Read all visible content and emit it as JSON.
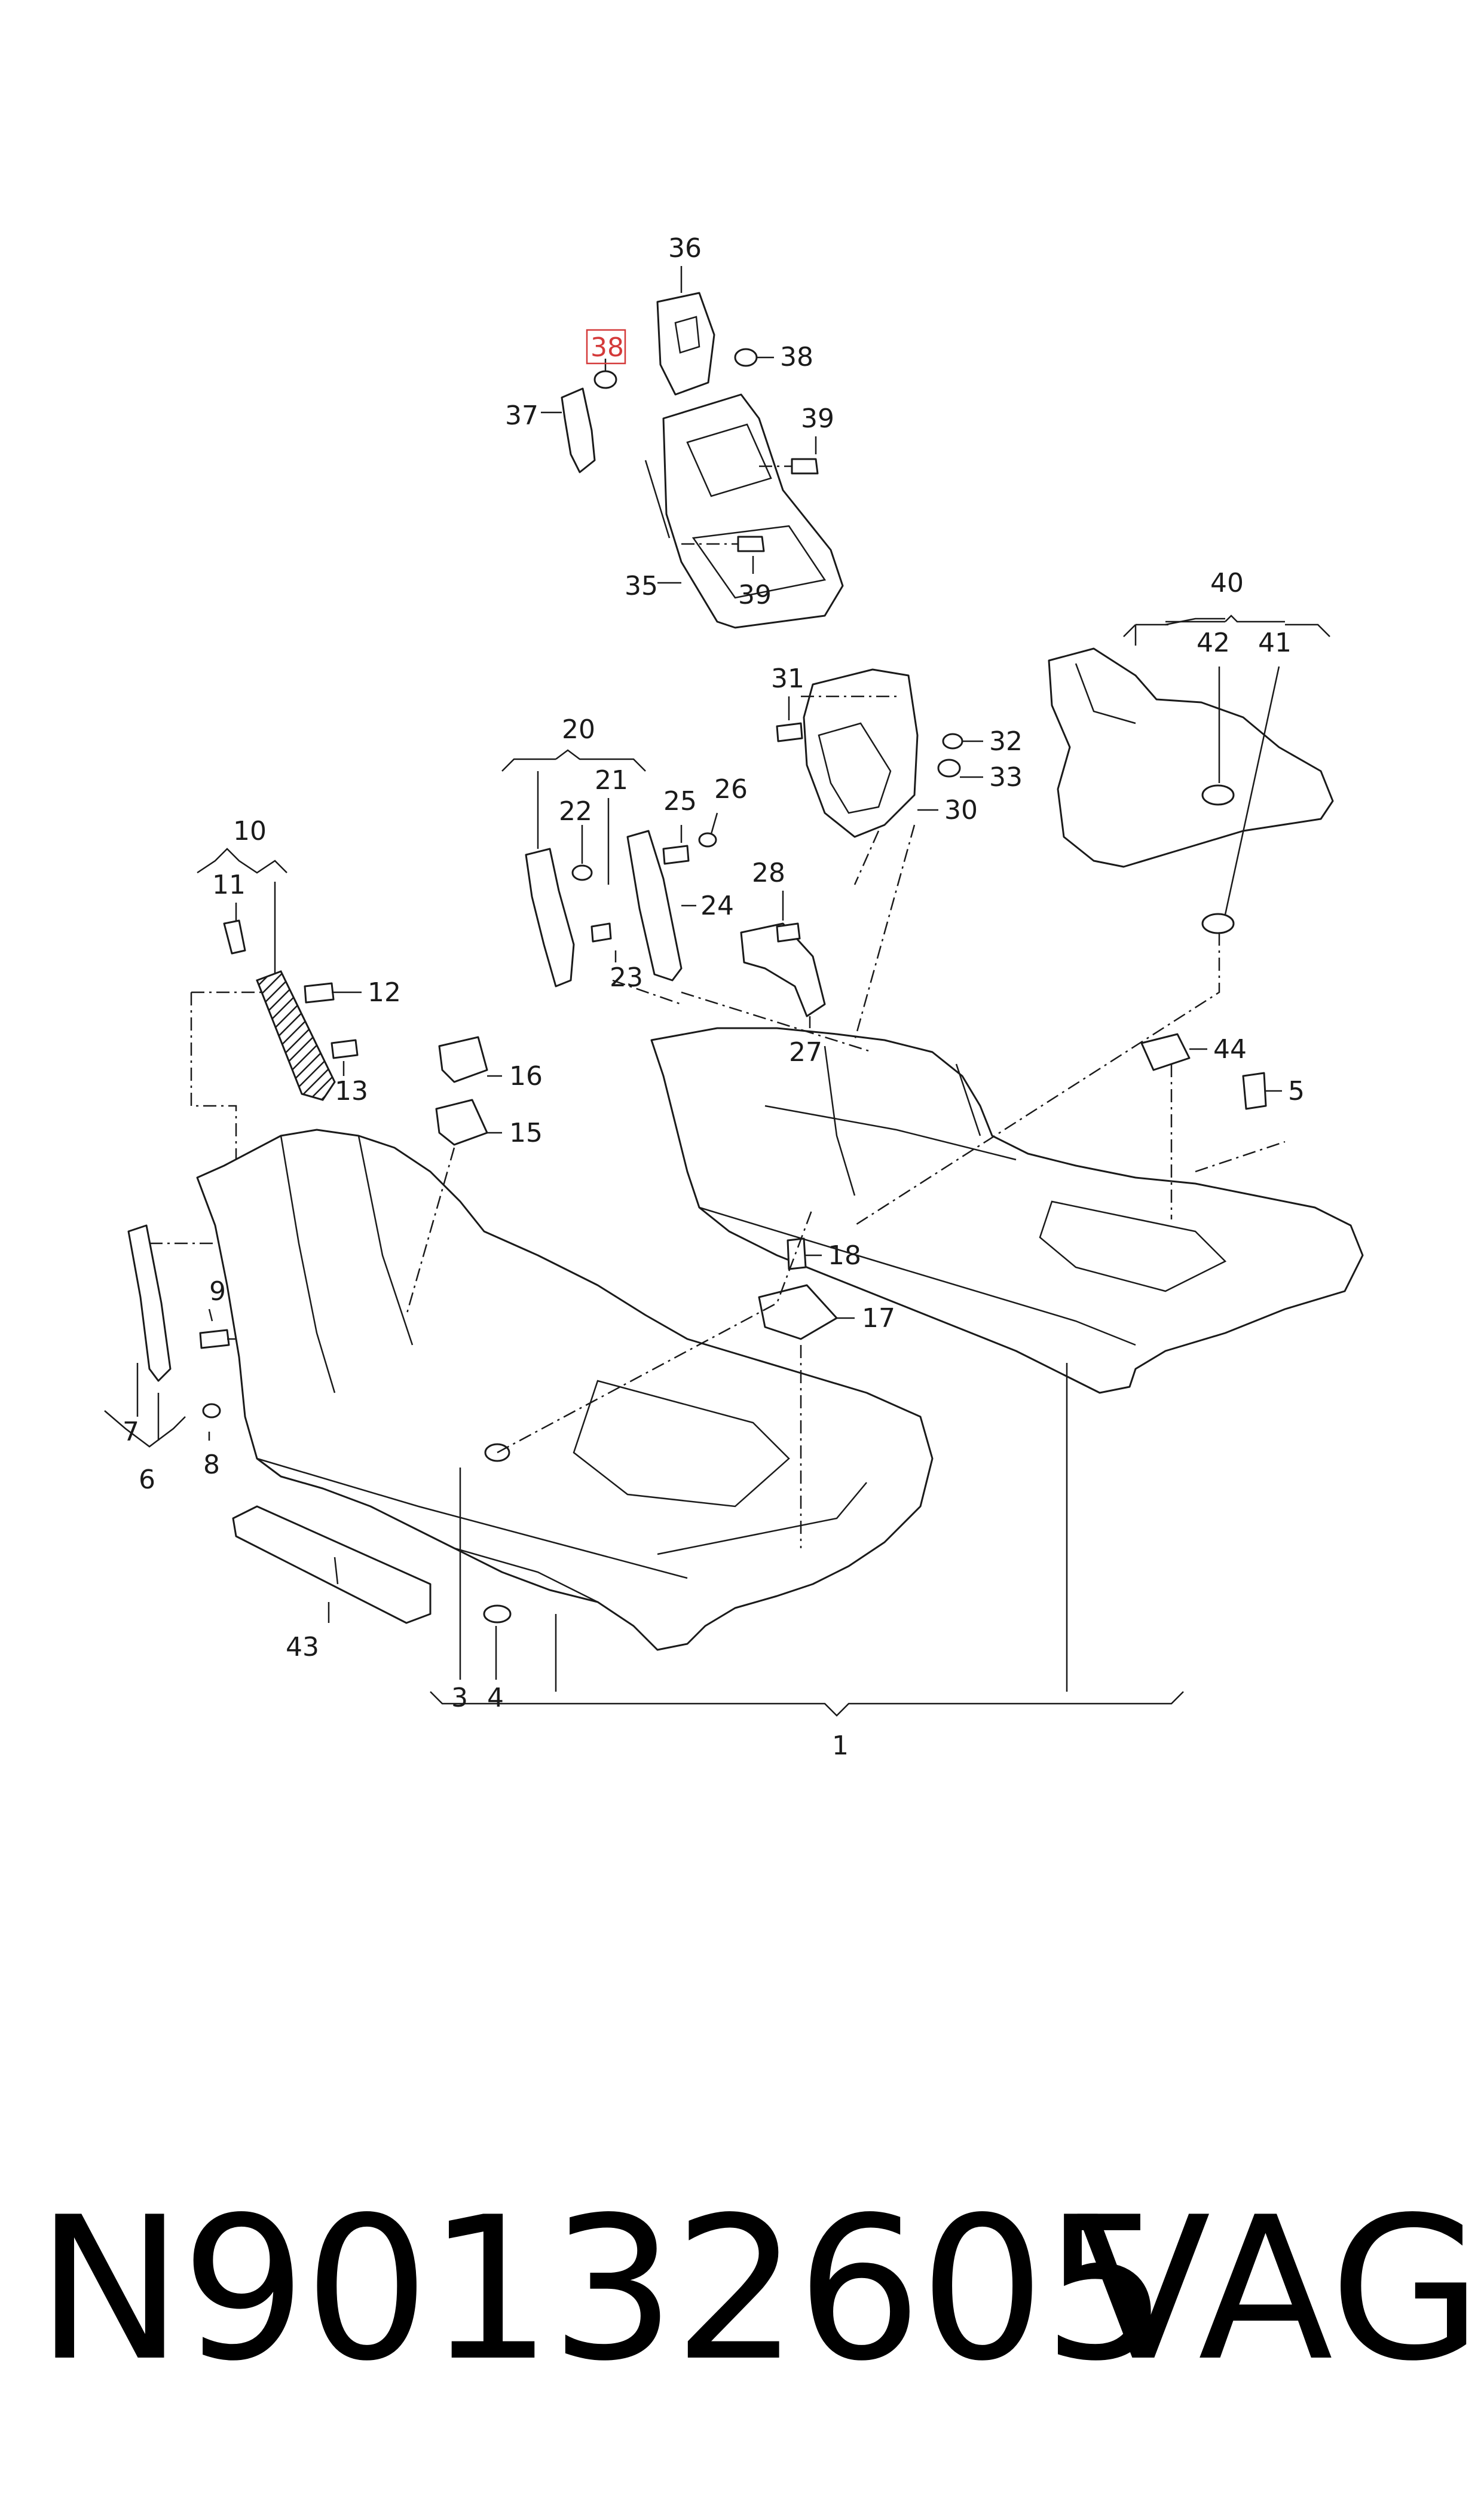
{
  "footer": {
    "part_number": "N90132605",
    "brand": "VAG"
  },
  "highlight_color": "#d43a3a",
  "callouts": [
    {
      "id": "c36",
      "label": "36"
    },
    {
      "id": "c38a",
      "label": "38",
      "highlighted": true
    },
    {
      "id": "c38b",
      "label": "38"
    },
    {
      "id": "c37",
      "label": "37"
    },
    {
      "id": "c39a",
      "label": "39"
    },
    {
      "id": "c35",
      "label": "35"
    },
    {
      "id": "c39b",
      "label": "39"
    },
    {
      "id": "c40",
      "label": "40"
    },
    {
      "id": "c42",
      "label": "42"
    },
    {
      "id": "c41",
      "label": "41"
    },
    {
      "id": "c31",
      "label": "31"
    },
    {
      "id": "c32",
      "label": "32"
    },
    {
      "id": "c33",
      "label": "33"
    },
    {
      "id": "c30",
      "label": "30"
    },
    {
      "id": "c20",
      "label": "20"
    },
    {
      "id": "c21",
      "label": "21"
    },
    {
      "id": "c22",
      "label": "22"
    },
    {
      "id": "c25",
      "label": "25"
    },
    {
      "id": "c26",
      "label": "26"
    },
    {
      "id": "c24",
      "label": "24"
    },
    {
      "id": "c23",
      "label": "23"
    },
    {
      "id": "c28",
      "label": "28"
    },
    {
      "id": "c27",
      "label": "27"
    },
    {
      "id": "c44",
      "label": "44"
    },
    {
      "id": "c5",
      "label": "5"
    },
    {
      "id": "c10",
      "label": "10"
    },
    {
      "id": "c11",
      "label": "11"
    },
    {
      "id": "c12",
      "label": "12"
    },
    {
      "id": "c13",
      "label": "13"
    },
    {
      "id": "c16",
      "label": "16"
    },
    {
      "id": "c15",
      "label": "15"
    },
    {
      "id": "c9",
      "label": "9"
    },
    {
      "id": "c7",
      "label": "7"
    },
    {
      "id": "c6",
      "label": "6"
    },
    {
      "id": "c8",
      "label": "8"
    },
    {
      "id": "c18",
      "label": "18"
    },
    {
      "id": "c17",
      "label": "17"
    },
    {
      "id": "c43",
      "label": "43"
    },
    {
      "id": "c3",
      "label": "3"
    },
    {
      "id": "c4",
      "label": "4"
    },
    {
      "id": "c1",
      "label": "1"
    }
  ]
}
